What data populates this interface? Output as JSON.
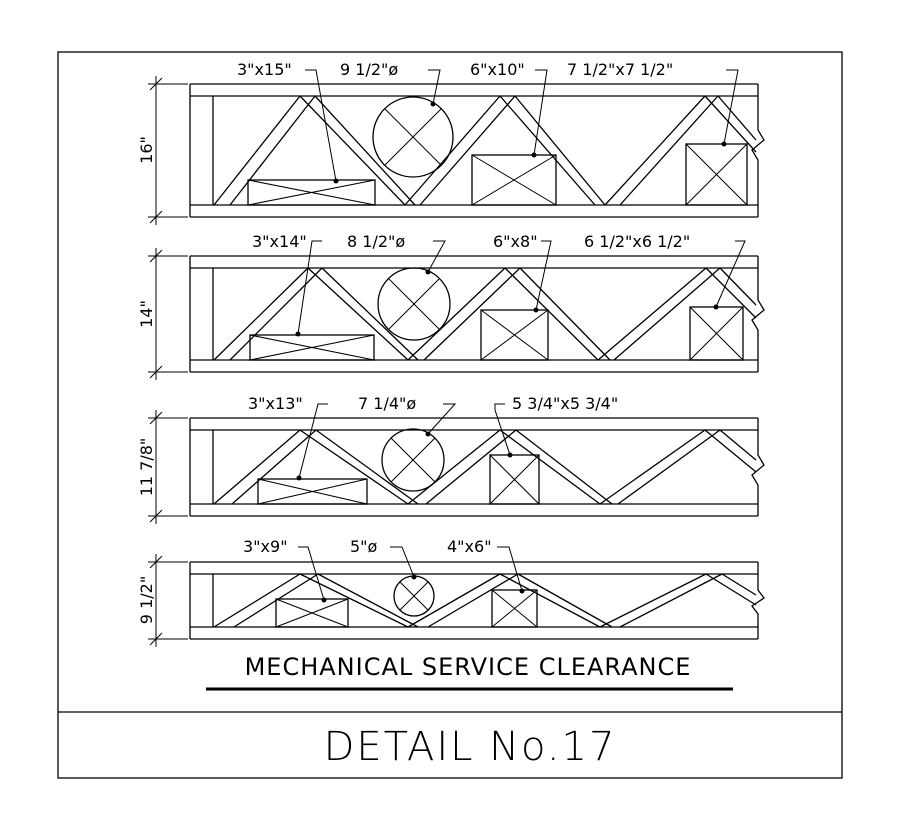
{
  "title": "MECHANICAL SERVICE CLEARANCE",
  "detail": "DETAIL No.17",
  "joists": [
    {
      "depth": "16\"",
      "rect_label": "3\"x15\"",
      "circle_label": "9 1/2\"ø",
      "box_label": "6\"x10\"",
      "square_label": "7 1/2\"x7 1/2\""
    },
    {
      "depth": "14\"",
      "rect_label": "3\"x14\"",
      "circle_label": "8 1/2\"ø",
      "box_label": "6\"x8\"",
      "square_label": "6 1/2\"x6 1/2\""
    },
    {
      "depth": "11 7/8\"",
      "rect_label": "3\"x13\"",
      "circle_label": "7 1/4\"ø",
      "square_label": "5 3/4\"x5 3/4\""
    },
    {
      "depth": "9 1/2\"",
      "rect_label": "3\"x9\"",
      "circle_label": "5\"ø",
      "square_label": "4\"x6\""
    }
  ]
}
